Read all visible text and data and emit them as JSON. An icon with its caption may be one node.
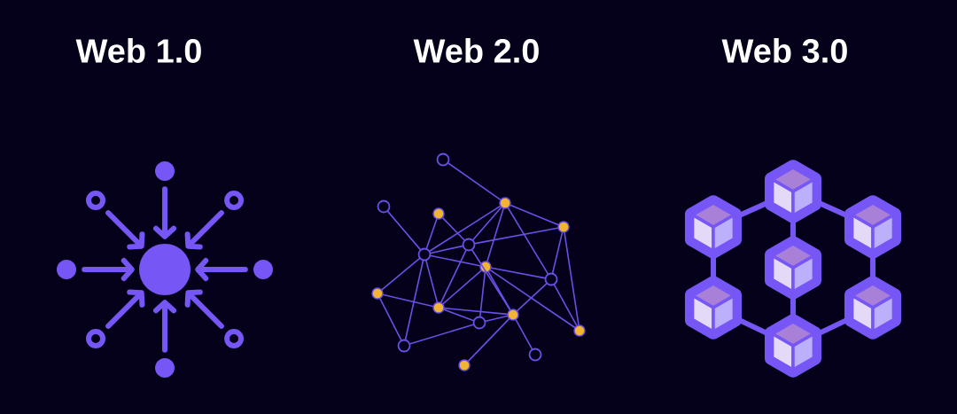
{
  "diagram": {
    "nodes": [
      {
        "text": [],
        "shape": "circle"
      },
      {
        "text": [],
        "shape": "ring"
      },
      {
        "text": [],
        "shape": "ring"
      },
      {
        "text": [],
        "shape": "circle"
      },
      {
        "text": [],
        "shape": "circle"
      },
      {
        "text": [],
        "shape": "circle"
      },
      {
        "text": [],
        "shape": "ring"
      },
      {
        "text": [],
        "shape": "ring"
      },
      {
        "text": [],
        "shape": "circle"
      },
      {
        "text": [],
        "shape": "ring"
      },
      {
        "text": [],
        "shape": "ring"
      },
      {
        "text": [],
        "shape": "circle"
      },
      {
        "text": [],
        "shape": "circle"
      },
      {
        "text": [],
        "shape": "circle"
      },
      {
        "text": [],
        "shape": "ring"
      },
      {
        "text": [],
        "shape": "ring"
      },
      {
        "text": [],
        "shape": "circle"
      },
      {
        "text": [],
        "shape": "ring"
      },
      {
        "text": [],
        "shape": "circle"
      },
      {
        "text": [],
        "shape": "circle"
      },
      {
        "text": [],
        "shape": "ring"
      },
      {
        "text": [],
        "shape": "circle"
      },
      {
        "text": [],
        "shape": "ring"
      },
      {
        "text": [],
        "shape": "circle"
      },
      {
        "text": [],
        "shape": "circle"
      },
      {
        "text": [],
        "shape": "ring"
      },
      {
        "text": [],
        "shape": "cube"
      },
      {
        "text": [],
        "shape": "cube"
      },
      {
        "text": [],
        "shape": "cube"
      },
      {
        "text": [],
        "shape": "cube"
      },
      {
        "text": [],
        "shape": "cube"
      },
      {
        "text": [],
        "shape": "cube"
      },
      {
        "text": [],
        "shape": "cube"
      }
    ],
    "edges": [
      {
        "from": 0,
        "to": 4,
        "arrow": "to",
        "style": "thick"
      },
      {
        "from": 1,
        "to": 4,
        "arrow": "to",
        "style": "thick"
      },
      {
        "from": 2,
        "to": 4,
        "arrow": "to",
        "style": "thick"
      },
      {
        "from": 3,
        "to": 4,
        "arrow": "to",
        "style": "thick"
      },
      {
        "from": 5,
        "to": 4,
        "arrow": "to",
        "style": "thick"
      },
      {
        "from": 6,
        "to": 4,
        "arrow": "to",
        "style": "thick"
      },
      {
        "from": 7,
        "to": 4,
        "arrow": "to",
        "style": "thick"
      },
      {
        "from": 8,
        "to": 4,
        "arrow": "to",
        "style": "thick"
      },
      {
        "from": 9,
        "to": 12,
        "arrow": "none"
      },
      {
        "from": 10,
        "to": 15,
        "arrow": "none"
      },
      {
        "from": 11,
        "to": 15,
        "arrow": "none"
      },
      {
        "from": 11,
        "to": 14,
        "arrow": "none"
      },
      {
        "from": 15,
        "to": 14,
        "arrow": "none"
      },
      {
        "from": 15,
        "to": 12,
        "arrow": "none"
      },
      {
        "from": 15,
        "to": 16,
        "arrow": "none"
      },
      {
        "from": 15,
        "to": 18,
        "arrow": "none"
      },
      {
        "from": 15,
        "to": 19,
        "arrow": "none"
      },
      {
        "from": 15,
        "to": 22,
        "arrow": "none"
      },
      {
        "from": 14,
        "to": 19,
        "arrow": "none"
      },
      {
        "from": 14,
        "to": 13,
        "arrow": "none"
      },
      {
        "from": 12,
        "to": 14,
        "arrow": "none"
      },
      {
        "from": 12,
        "to": 16,
        "arrow": "none"
      },
      {
        "from": 12,
        "to": 17,
        "arrow": "none"
      },
      {
        "from": 12,
        "to": 13,
        "arrow": "none"
      },
      {
        "from": 13,
        "to": 17,
        "arrow": "none"
      },
      {
        "from": 13,
        "to": 23,
        "arrow": "none"
      },
      {
        "from": 16,
        "to": 19,
        "arrow": "none"
      },
      {
        "from": 16,
        "to": 17,
        "arrow": "none"
      },
      {
        "from": 16,
        "to": 21,
        "arrow": "none"
      },
      {
        "from": 16,
        "to": 23,
        "arrow": "none"
      },
      {
        "from": 16,
        "to": 20,
        "arrow": "none"
      },
      {
        "from": 14,
        "to": 21,
        "arrow": "none"
      },
      {
        "from": 18,
        "to": 19,
        "arrow": "none"
      },
      {
        "from": 18,
        "to": 22,
        "arrow": "none"
      },
      {
        "from": 22,
        "to": 20,
        "arrow": "none"
      },
      {
        "from": 19,
        "to": 20,
        "arrow": "none"
      },
      {
        "from": 19,
        "to": 21,
        "arrow": "none"
      },
      {
        "from": 20,
        "to": 21,
        "arrow": "none"
      },
      {
        "from": 21,
        "to": 17,
        "arrow": "none"
      },
      {
        "from": 21,
        "to": 25,
        "arrow": "none"
      },
      {
        "from": 21,
        "to": 24,
        "arrow": "none"
      },
      {
        "from": 17,
        "to": 23,
        "arrow": "none"
      },
      {
        "from": 26,
        "to": 27,
        "arrow": "none",
        "style": "thick"
      },
      {
        "from": 26,
        "to": 28,
        "arrow": "none",
        "style": "thick"
      },
      {
        "from": 26,
        "to": 29,
        "arrow": "none",
        "style": "thick"
      },
      {
        "from": 27,
        "to": 30,
        "arrow": "none",
        "style": "thick"
      },
      {
        "from": 28,
        "to": 31,
        "arrow": "none",
        "style": "thick"
      },
      {
        "from": 29,
        "to": 32,
        "arrow": "none",
        "style": "thick"
      },
      {
        "from": 30,
        "to": 32,
        "arrow": "none",
        "style": "thick"
      },
      {
        "from": 31,
        "to": 32,
        "arrow": "none",
        "style": "thick"
      }
    ],
    "labels": [
      "Web 1.0",
      "Web 2.0",
      "Web 3.0"
    ]
  }
}
